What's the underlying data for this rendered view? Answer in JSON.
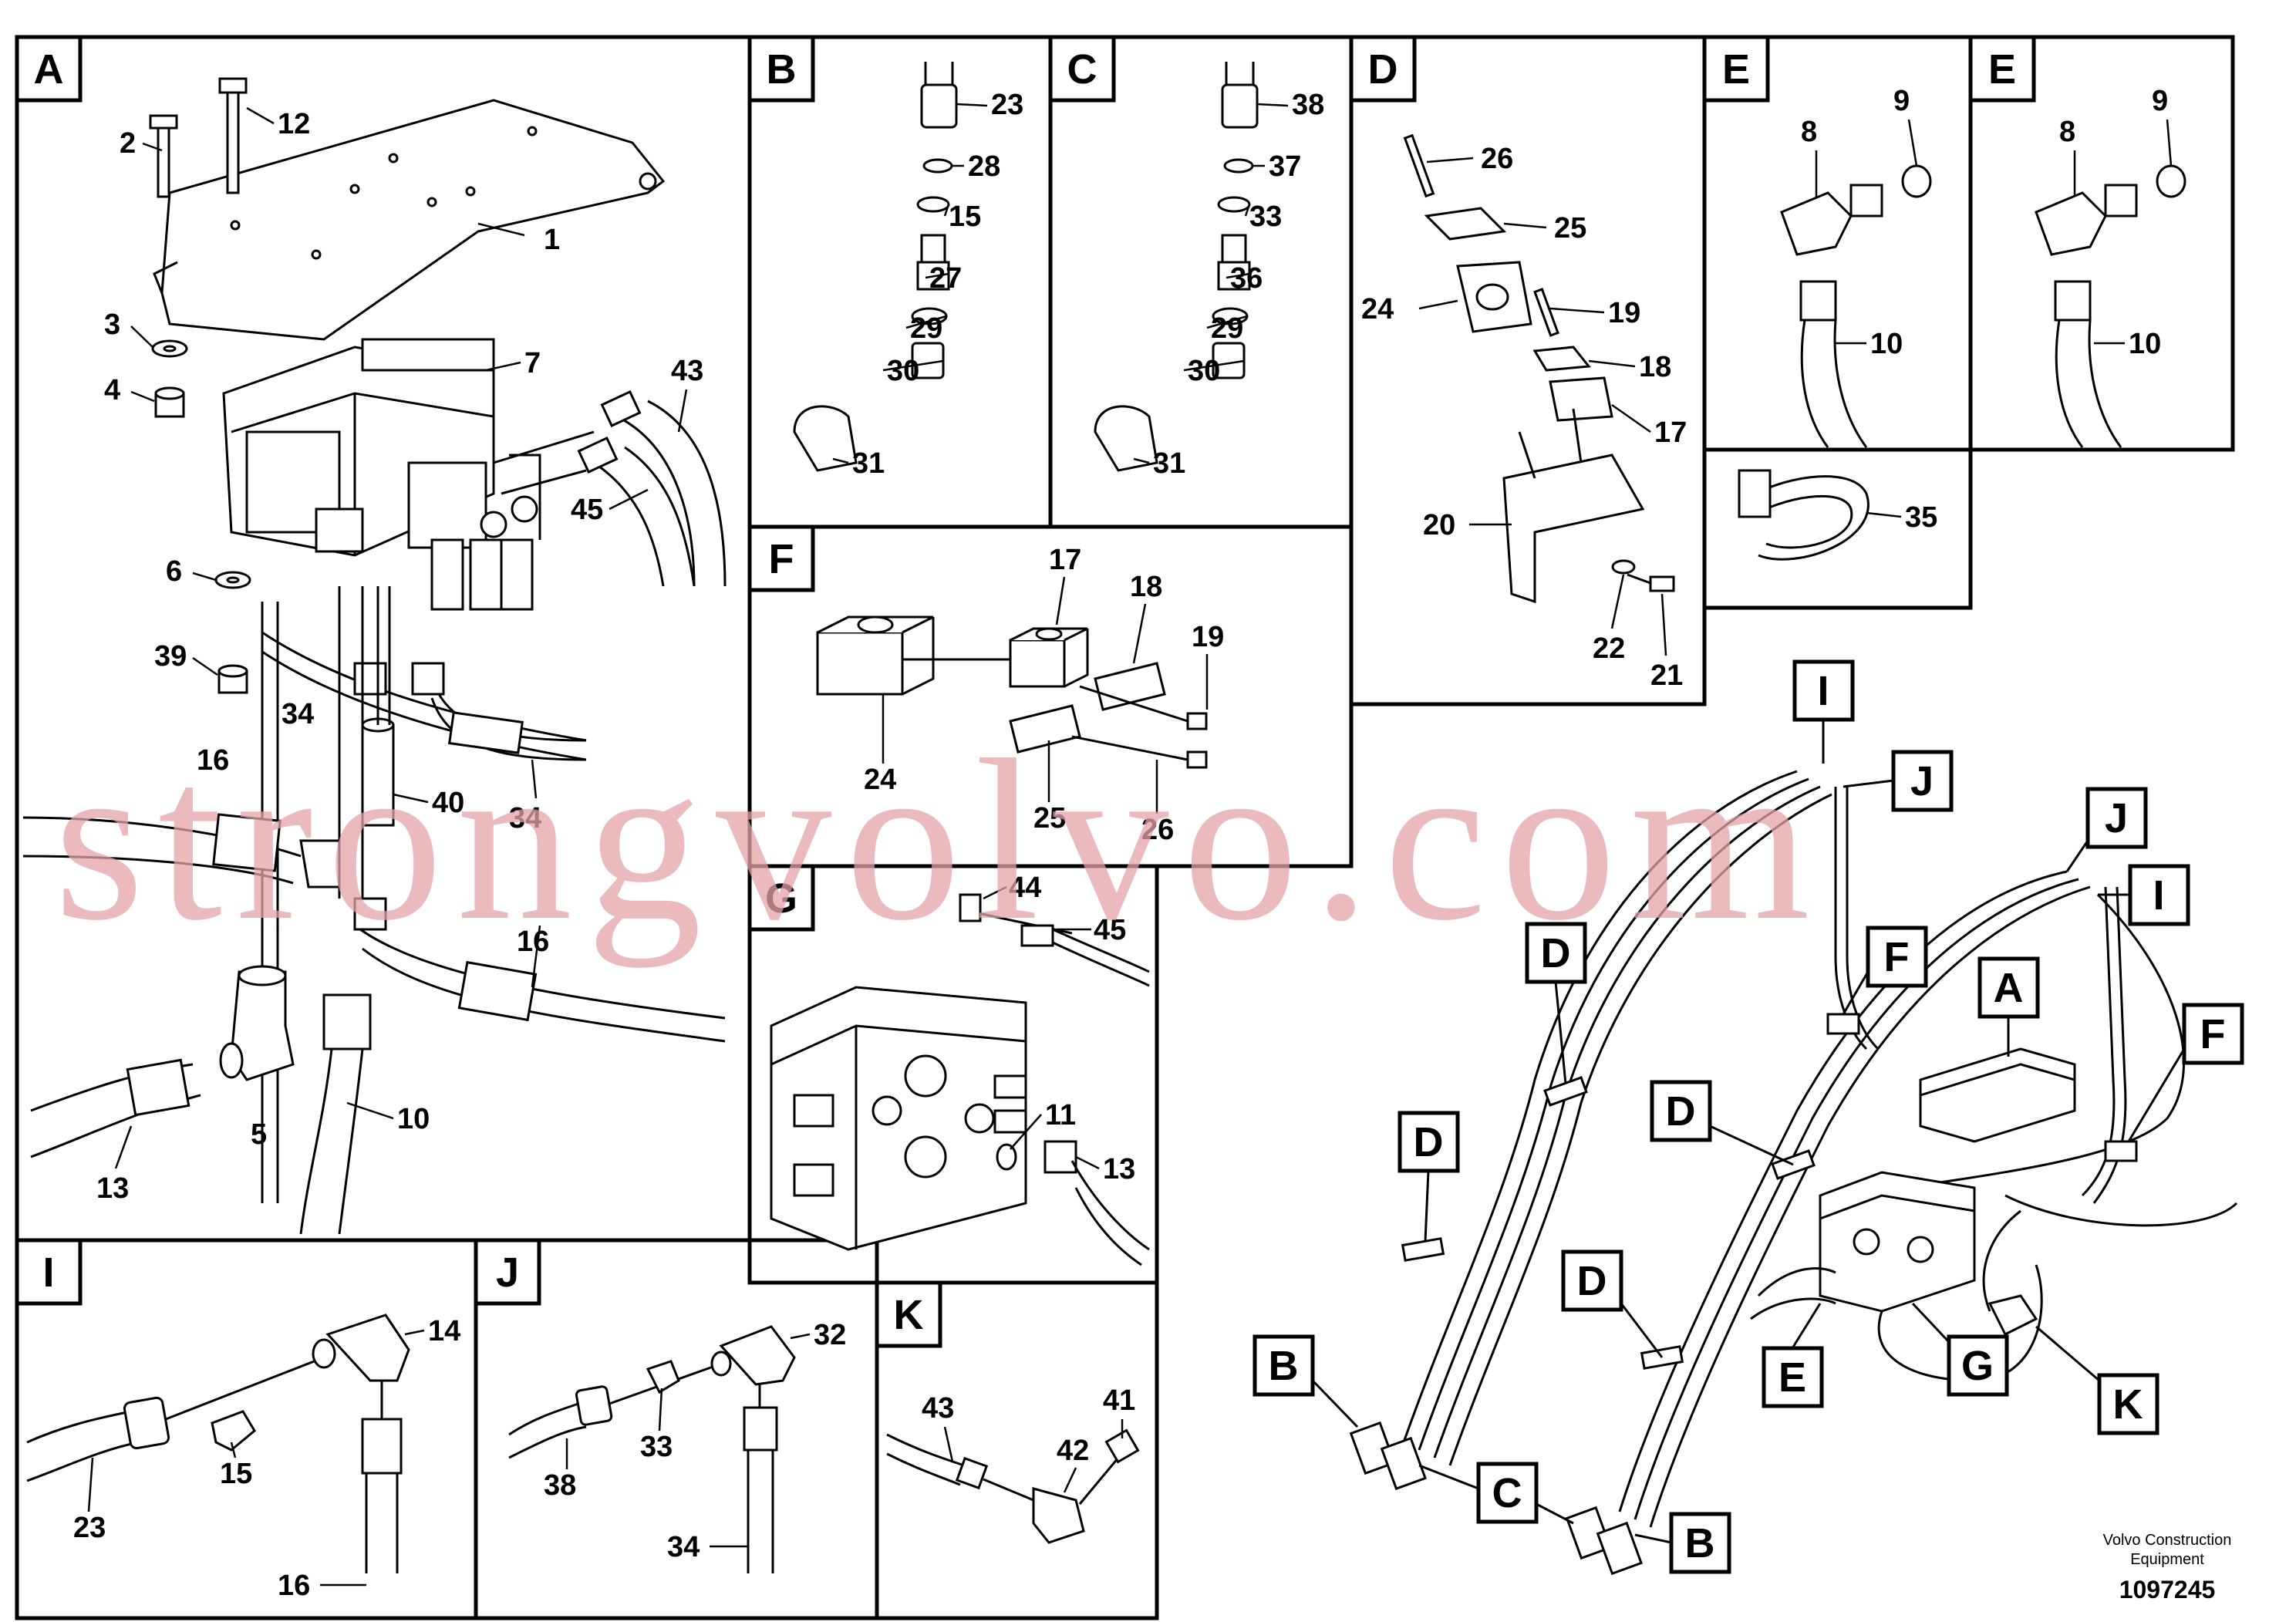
{
  "panels": {
    "A": {
      "letter": "A",
      "callouts": [
        "2",
        "12",
        "1",
        "3",
        "4",
        "7",
        "43",
        "45",
        "6",
        "39",
        "34",
        "16",
        "40",
        "34",
        "16",
        "5",
        "13",
        "10"
      ]
    },
    "B": {
      "letter": "B",
      "callouts": [
        "23",
        "28",
        "15",
        "27",
        "29",
        "30",
        "31"
      ]
    },
    "C": {
      "letter": "C",
      "callouts": [
        "38",
        "37",
        "33",
        "36",
        "29",
        "30",
        "31"
      ]
    },
    "D": {
      "letter": "D",
      "callouts": [
        "26",
        "25",
        "24",
        "19",
        "18",
        "17",
        "20",
        "22",
        "21"
      ]
    },
    "E1": {
      "letter": "E",
      "callouts": [
        "8",
        "9",
        "10"
      ]
    },
    "E2": {
      "letter": "E",
      "callouts": [
        "8",
        "9",
        "10"
      ]
    },
    "E3": {
      "callouts": [
        "35"
      ]
    },
    "F": {
      "letter": "F",
      "callouts": [
        "17",
        "18",
        "19",
        "24",
        "25",
        "26"
      ]
    },
    "G": {
      "letter": "G",
      "callouts": [
        "44",
        "45",
        "11",
        "13"
      ]
    },
    "I": {
      "letter": "I",
      "callouts": [
        "14",
        "15",
        "23",
        "16"
      ]
    },
    "J": {
      "letter": "J",
      "callouts": [
        "32",
        "33",
        "38",
        "34"
      ]
    },
    "K": {
      "letter": "K",
      "callouts": [
        "43",
        "41",
        "42"
      ]
    }
  },
  "overview_tags": [
    "I",
    "J",
    "J",
    "I",
    "D",
    "F",
    "A",
    "F",
    "D",
    "D",
    "D",
    "B",
    "C",
    "E",
    "G",
    "K",
    "B"
  ],
  "watermark": "strongvolvo.com",
  "credit_line1": "Volvo Construction",
  "credit_line2": "Equipment",
  "doc_number": "1097245"
}
